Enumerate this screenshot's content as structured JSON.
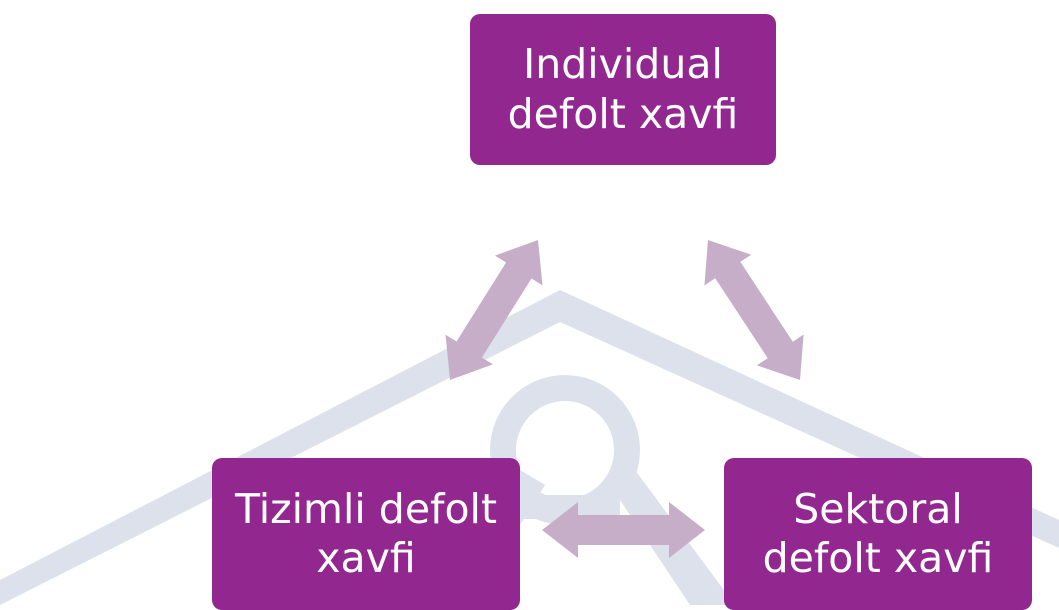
{
  "colors": {
    "node_fill": "#92278f",
    "node_text": "#ffffff",
    "arrow": "#c7aec8",
    "watermark": "#d7dce9"
  },
  "nodes": {
    "individual": {
      "line1": "Individual",
      "line2": "defolt xavfi"
    },
    "systemic": {
      "line1": "Tizimli defolt",
      "line2": "xavfi"
    },
    "sectoral": {
      "line1": "Sektoral",
      "line2": "defolt xavfi"
    }
  },
  "icons": {
    "watermark": "compass-logo-watermark",
    "arrows": "double-headed-arrow"
  }
}
